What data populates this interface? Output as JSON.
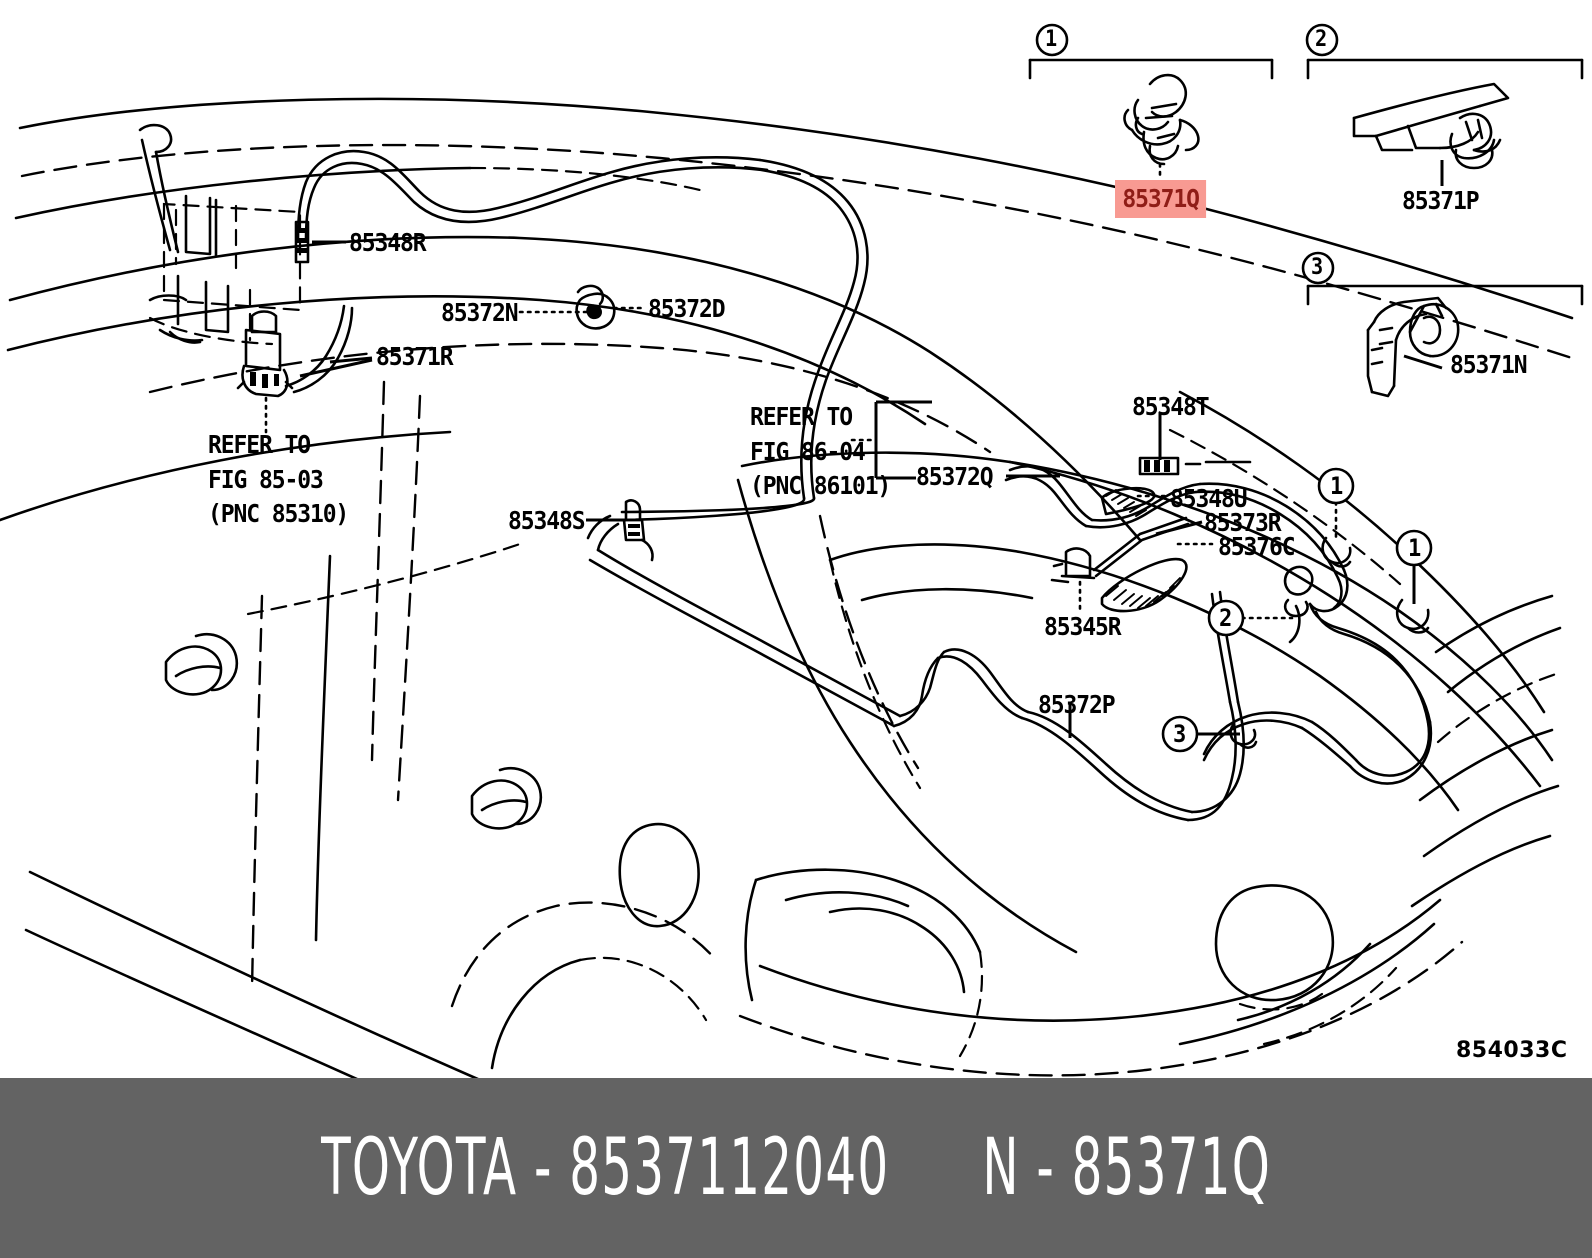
{
  "figure": {
    "code": "854033C",
    "highlight_color": "#f89a92",
    "highlight_text_color": "#8f1d17",
    "banner_color": "#636363",
    "line_color": "#000000"
  },
  "callouts": [
    {
      "number": "1",
      "part": "85371Q",
      "highlighted": true
    },
    {
      "number": "2",
      "part": "85371P",
      "highlighted": false
    },
    {
      "number": "3",
      "part": "85371N",
      "highlighted": false
    }
  ],
  "labels": {
    "l_85348R": "85348R",
    "l_85372N": "85372N",
    "l_85372D": "85372D",
    "l_85371R": "85371R",
    "l_refer_85_03": "REFER TO\nFIG 85-03\n(PNC 85310)",
    "l_85348S": "85348S",
    "l_refer_86_04": "REFER TO\nFIG 86-04\n(PNC 86101)",
    "l_85372Q": "85372Q",
    "l_85348T": "85348T",
    "l_85348U": "85348U",
    "l_85373R": "85373R",
    "l_85376C": "85376C",
    "l_85345R": "85345R",
    "l_85372P": "85372P",
    "l_85371P": "85371P",
    "l_85371N": "85371N",
    "l_85371Q": "85371Q",
    "c_1_top": "1",
    "c_2_top": "2",
    "c_3_top": "3",
    "c_1_a": "1",
    "c_1_b": "1",
    "c_2_body": "2",
    "c_3_body": "3"
  },
  "banner": {
    "brand": "TOYOTA",
    "separator": "-",
    "part_number": "8537112040",
    "prefix": "N",
    "ref_code": "85371Q"
  }
}
